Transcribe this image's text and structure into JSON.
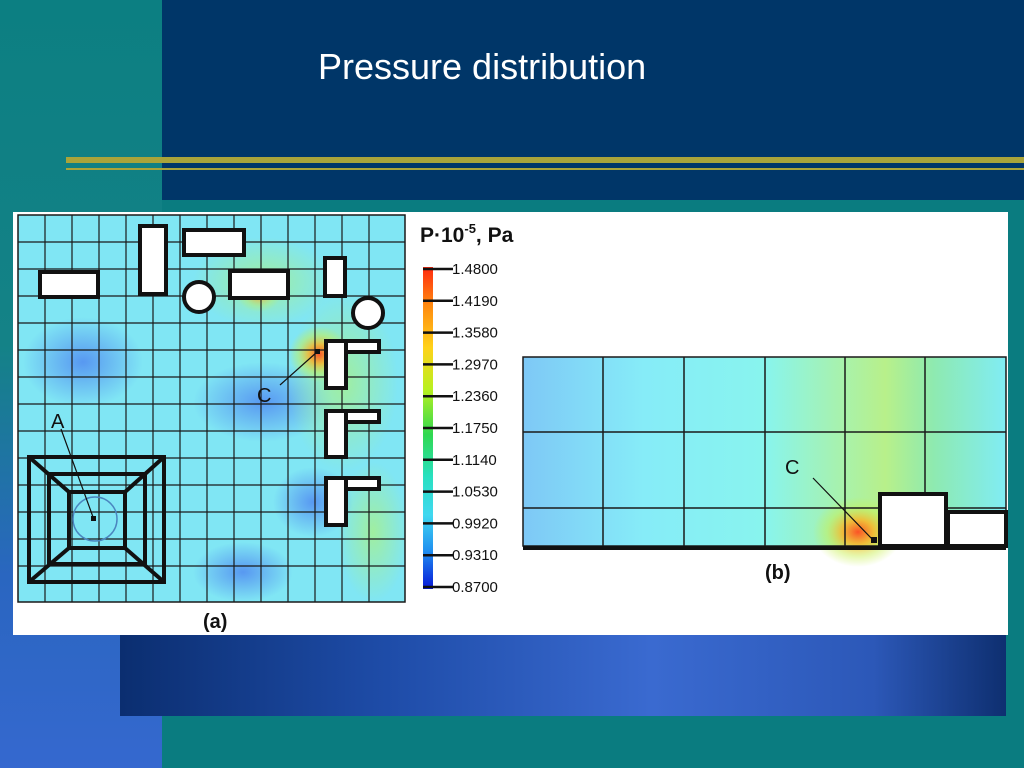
{
  "slide": {
    "title": "Pressure distribution"
  },
  "figure": {
    "legend_title": "P·10",
    "legend_exponent": "-5",
    "legend_unit": ", Pa",
    "legend_ticks": [
      "1.4800",
      "1.4190",
      "1.3580",
      "1.2970",
      "1.2360",
      "1.1750",
      "1.1140",
      "1.0530",
      "0.9920",
      "0.9310",
      "0.8700"
    ],
    "panel_a_caption": "(a)",
    "panel_b_caption": "(b)",
    "point_a_label": "A",
    "point_c_label": "C"
  },
  "colors": {
    "slide_teal": "#0a7c80",
    "slide_navy": "#003668",
    "rule_olive": "#a9a43a",
    "field_cyan": "#7fe9f4",
    "high_pressure": "#ff3a1e",
    "low_pressure": "#1030e0"
  }
}
